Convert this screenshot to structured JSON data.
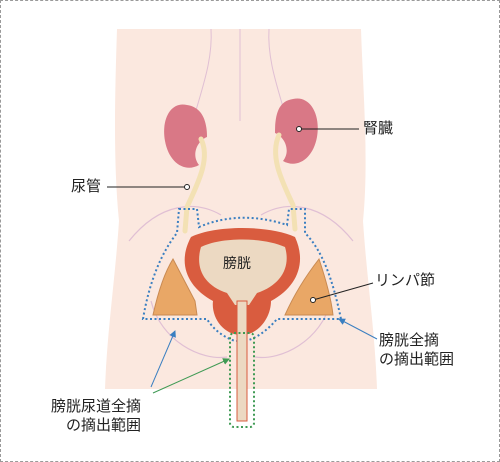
{
  "labels": {
    "kidney": "腎臓",
    "ureter": "尿管",
    "bladder": "膀胱",
    "lymph_node": "リンパ節",
    "cystectomy_range": "膀胱全摘\nの摘出範囲",
    "cystourethrectomy_range": "膀胱尿道全摘\nの摘出範囲"
  },
  "colors": {
    "skin": "#fbe8df",
    "kidney": "#d97886",
    "ureter": "#f3e1b4",
    "bladder_wall": "#d95c3f",
    "bladder_lumen": "#ecd9c2",
    "urethra": "#ecd9c2",
    "lymph_node": "#e9a766",
    "vessel": "#e0bfd4",
    "blue_dotted": "#3a7fc1",
    "green_dotted": "#3f9a54",
    "leader": "#222222"
  }
}
